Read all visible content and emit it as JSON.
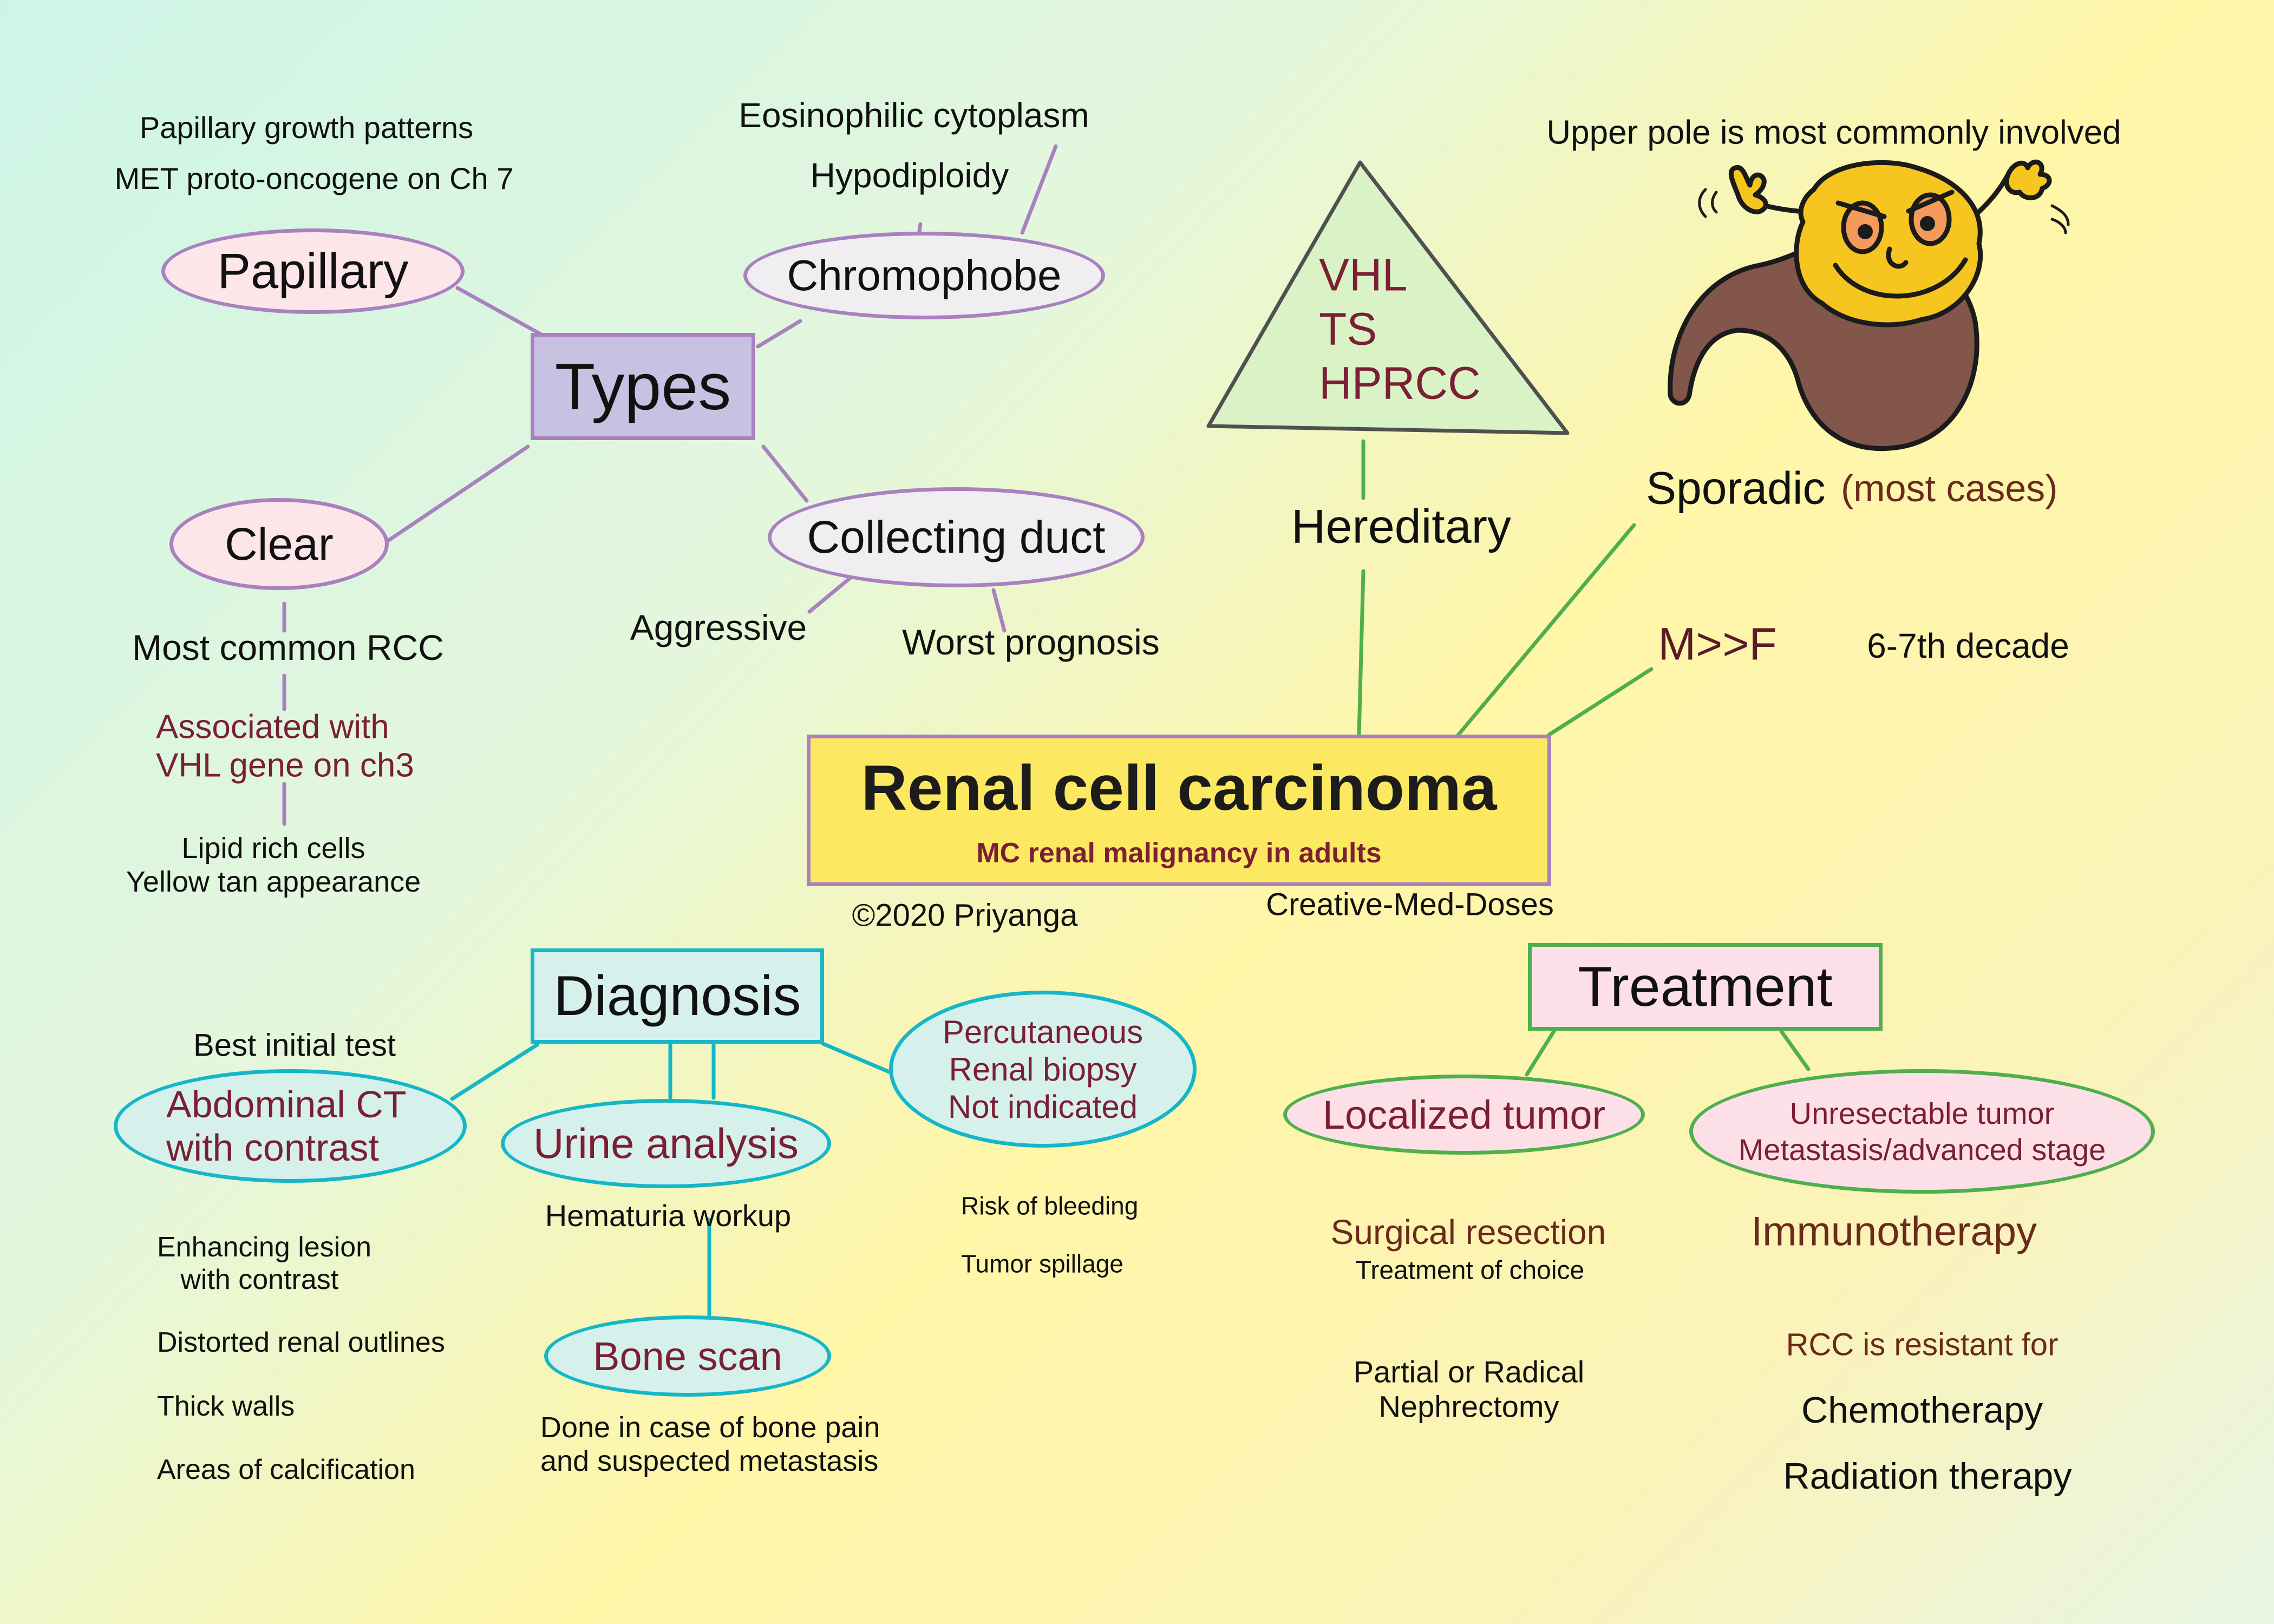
{
  "central": {
    "title": "Renal cell carcinoma",
    "subtitle": "MC renal malignancy in adults",
    "copyright": "©2020 Priyanga",
    "source": "Creative-Med-Doses"
  },
  "types": {
    "title": "Types",
    "papillary": {
      "label": "Papillary",
      "notes": [
        "Papillary growth patterns",
        "MET proto-oncogene on Ch 7"
      ]
    },
    "chromophobe": {
      "label": "Chromophobe",
      "notes": [
        "Eosinophilic cytoplasm",
        "Hypodiploidy"
      ]
    },
    "clear": {
      "label": "Clear",
      "note1": "Most common RCC",
      "note2": "Associated with\nVHL gene on ch3",
      "note3": "Lipid rich cells\nYellow tan appearance"
    },
    "collecting_duct": {
      "label": "Collecting duct",
      "notes": [
        "Aggressive",
        "Worst prognosis"
      ]
    }
  },
  "hereditary": {
    "syndromes": [
      "VHL",
      "TS",
      "HPRCC"
    ],
    "label": "Hereditary"
  },
  "sporadic": {
    "label": "Sporadic",
    "qualifier": "(most cases)",
    "note": "Upper pole is most commonly involved"
  },
  "demographics": {
    "sex": "M>>F",
    "age": "6-7th decade"
  },
  "diagnosis": {
    "title": "Diagnosis",
    "ct": {
      "header": "Best initial test",
      "label": "Abdominal CT\nwith contrast",
      "findings": [
        "Enhancing lesion\n   with contrast",
        "Distorted renal outlines",
        "Thick walls",
        "Areas of calcification"
      ]
    },
    "urine": {
      "label": "Urine analysis",
      "note": "Hematuria workup"
    },
    "bone": {
      "label": "Bone scan",
      "note": "Done in case of bone pain\nand suspected metastasis"
    },
    "biopsy": {
      "label": "Percutaneous\nRenal biopsy\nNot indicated",
      "reasons": [
        "Risk of bleeding",
        "Tumor spillage"
      ]
    }
  },
  "treatment": {
    "title": "Treatment",
    "localized": {
      "label": "Localized tumor",
      "therapy": "Surgical resection",
      "therapy_note": "Treatment of choice",
      "procedure": "Partial or Radical\nNephrectomy"
    },
    "advanced": {
      "label": "Unresectable tumor\nMetastasis/advanced stage",
      "therapy": "Immunotherapy",
      "resistance_header": "RCC is resistant for",
      "resistant_to": [
        "Chemotherapy",
        "Radiation therapy"
      ]
    }
  },
  "colors": {
    "purple_line": "#a981bf",
    "green_line": "#4fae4e",
    "teal_line": "#15b6c7",
    "central_fill": "#fde961",
    "types_fill": "#c9c1e1",
    "maroon_text": "#7a1f34"
  },
  "icons": [
    "kidney-mascot-icon"
  ]
}
